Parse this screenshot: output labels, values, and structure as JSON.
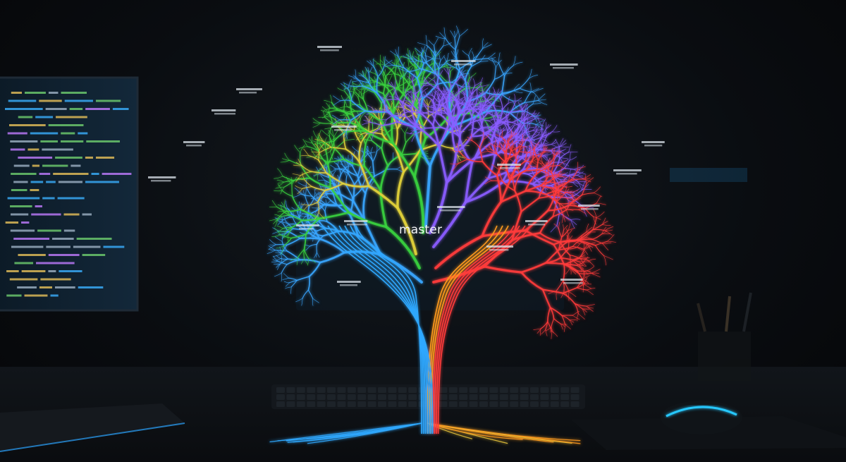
{
  "scene": {
    "tree_label": "master",
    "palette": {
      "background": "#07090c",
      "trunk_blue": "#2fa8ff",
      "trunk_orange": "#ff9a1f",
      "branch_blue": "#3aa6ff",
      "branch_green": "#39d13f",
      "branch_yellow": "#e3d23a",
      "branch_violet": "#8a5cff",
      "branch_red": "#ff3b3b",
      "glow_cyan": "#28c8ff"
    },
    "objects": [
      "monitor-left",
      "monitor-center",
      "keyboard-left",
      "keyboard-center",
      "mouse-right",
      "mousepad-right",
      "pen-cup-right"
    ]
  }
}
